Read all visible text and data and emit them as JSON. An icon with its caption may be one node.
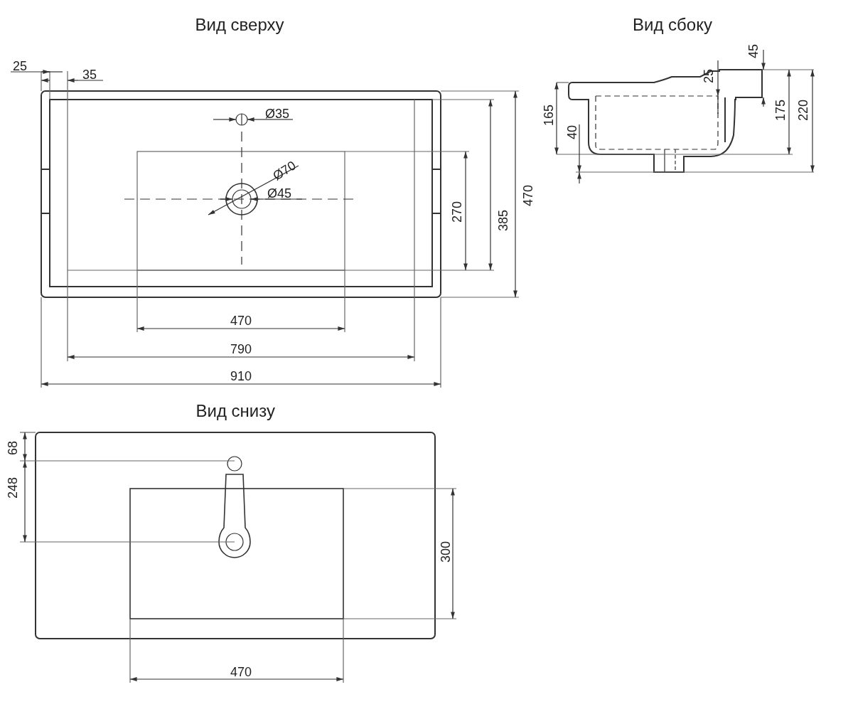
{
  "diagram": {
    "labels": [
      "Вид сверху",
      "Вид сбоку",
      "45",
      "25",
      "35",
      "25",
      "165",
      "Ø35",
      "175",
      "220",
      "40",
      "Ø70",
      "385",
      "Ø45",
      "270",
      "470",
      "470",
      "790",
      "910",
      "Вид снизу",
      "68",
      "248",
      "300",
      "470"
    ]
  }
}
